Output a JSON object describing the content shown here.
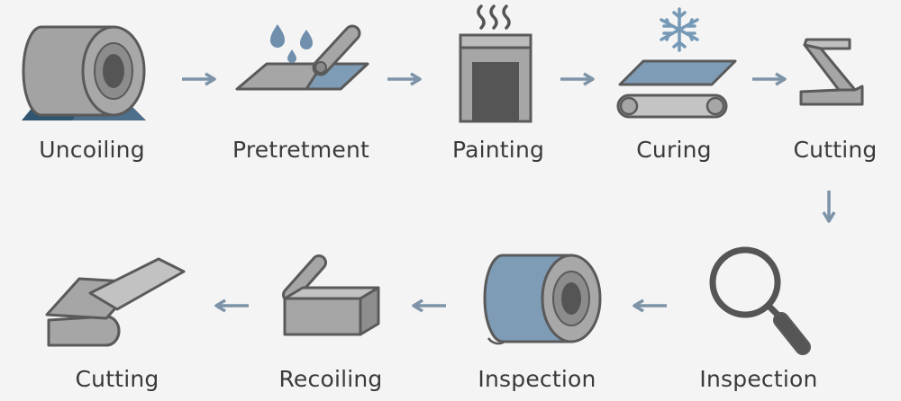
{
  "steps": [
    {
      "label": "Uncoiling",
      "icon": "coil-icon"
    },
    {
      "label": "Pretretment",
      "icon": "pretreatment-spray-roller-icon"
    },
    {
      "label": "Painting",
      "icon": "paint-booth-icon"
    },
    {
      "label": "Curing",
      "icon": "cooling-conveyor-icon"
    },
    {
      "label": "Cutting",
      "icon": "folded-sheet-icon"
    },
    {
      "label": "Inspection",
      "icon": "magnifier-icon"
    },
    {
      "label": "Inspection",
      "icon": "coil-inspection-icon"
    },
    {
      "label": "Recoiling",
      "icon": "recoil-box-icon"
    },
    {
      "label": "Cutting",
      "icon": "cut-sheets-icon"
    }
  ],
  "colors": {
    "gray_fill": "#a5a5a5",
    "gray_light": "#c2c2c2",
    "gray_dark": "#555555",
    "outline": "#5a5a5a",
    "blue": "#7f9cb6",
    "blue_dark": "#2f5570",
    "arrow": "#7d93a8"
  }
}
